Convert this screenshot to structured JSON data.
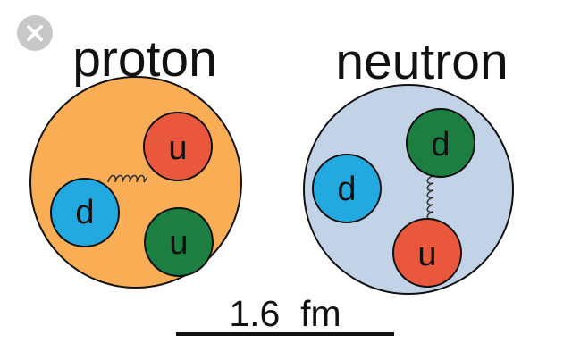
{
  "labels": {
    "proton": "proton",
    "neutron": "neutron",
    "scale": "1.6  fm"
  },
  "quarks": {
    "proton": [
      "u",
      "d",
      "u"
    ],
    "neutron": [
      "d",
      "d",
      "u"
    ]
  },
  "colors": {
    "proton_fill": "#f9ad54",
    "neutron_fill": "#c2d3e8",
    "quark_red": "#e9583c",
    "quark_blue": "#22a9e0",
    "quark_green": "#1c7e40",
    "outline": "#111111",
    "close_button": "#c8c8c8"
  },
  "icons": {
    "close": "close-icon"
  }
}
